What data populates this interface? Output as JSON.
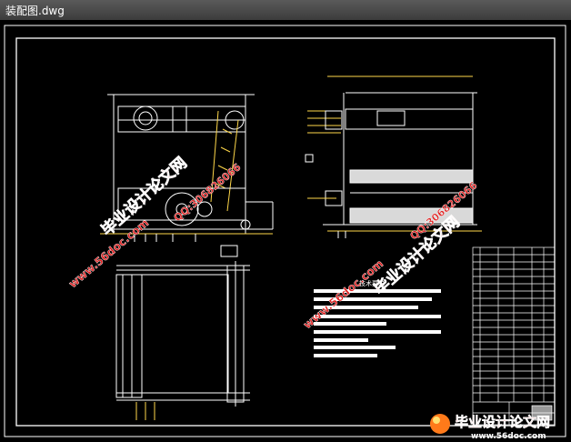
{
  "window": {
    "title": "装配图.dwg"
  },
  "drawing": {
    "tech_requirements_title": "技术要求"
  },
  "watermarks": {
    "site_text_1": "毕业设计论文网",
    "site_text_2": "毕业设计论文网",
    "url_1": "www.56doc.com",
    "url_2": "www.56doc.com",
    "qq_1": "QQ:306826066",
    "qq_2": "QQ:306826066",
    "logo_text": "毕业设计论文网",
    "logo_url": "www.56doc.com"
  },
  "colors": {
    "background": "#000000",
    "line_white": "#ffffff",
    "line_yellow": "#ffd84a",
    "watermark_red": "#e02020",
    "watermark_outline": "#ffffff"
  }
}
